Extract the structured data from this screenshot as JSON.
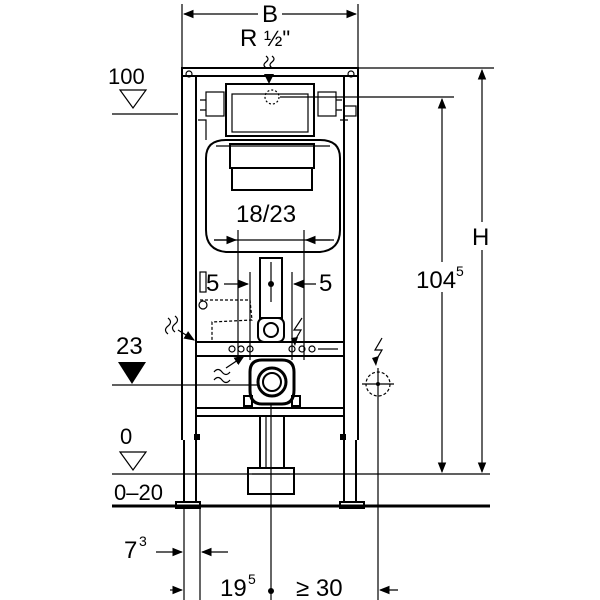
{
  "labels": {
    "width": "B",
    "thread_r": "R",
    "thread_size": "½\"",
    "level_100": "100",
    "level_23": "23",
    "level_0": "0",
    "floor_range": "0–20",
    "height": "H",
    "dim_104_main": "104",
    "dim_104_sup": "5",
    "dim_18_23": "18/23",
    "dim_5_left": "5",
    "dim_5_right": "5",
    "dim_7_main": "7",
    "dim_7_sup": "3",
    "dim_19_main": "19",
    "dim_19_sup": "5",
    "dim_min_30": "≥ 30"
  }
}
